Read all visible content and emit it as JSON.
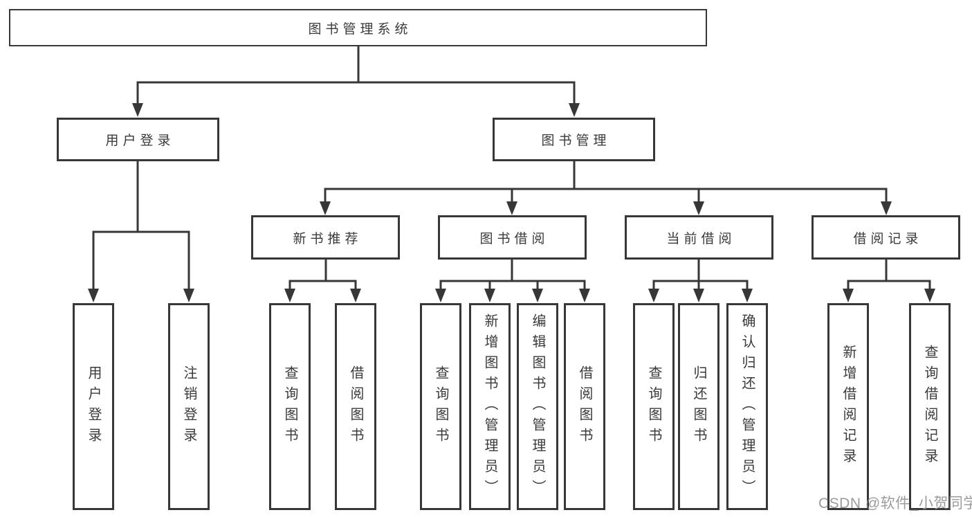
{
  "colors": {
    "line": "#373737",
    "border": "#373737",
    "text": "#3a3a3a",
    "watermark": "#8a8a8a",
    "background": "#ffffff"
  },
  "tree": {
    "root": {
      "label": "图书管理系统"
    },
    "branches": [
      {
        "label": "用户登录",
        "leaves": [
          {
            "label": "用户登录"
          },
          {
            "label": "注销登录"
          }
        ]
      },
      {
        "label": "图书管理",
        "sections": [
          {
            "label": "新书推荐",
            "leaves": [
              {
                "label": "查询图书"
              },
              {
                "label": "借阅图书"
              }
            ]
          },
          {
            "label": "图书借阅",
            "leaves": [
              {
                "label": "查询图书"
              },
              {
                "label": "新增图书（管理员）"
              },
              {
                "label": "编辑图书（管理员）"
              },
              {
                "label": "借阅图书"
              }
            ]
          },
          {
            "label": "当前借阅",
            "leaves": [
              {
                "label": "查询图书"
              },
              {
                "label": "归还图书"
              },
              {
                "label": "确认归还（管理员）"
              }
            ]
          },
          {
            "label": "借阅记录",
            "leaves": [
              {
                "label": "新增借阅记录"
              },
              {
                "label": "查询借阅记录"
              }
            ]
          }
        ]
      }
    ]
  },
  "watermark": {
    "text": "CSDN @软件_小贺同学"
  }
}
